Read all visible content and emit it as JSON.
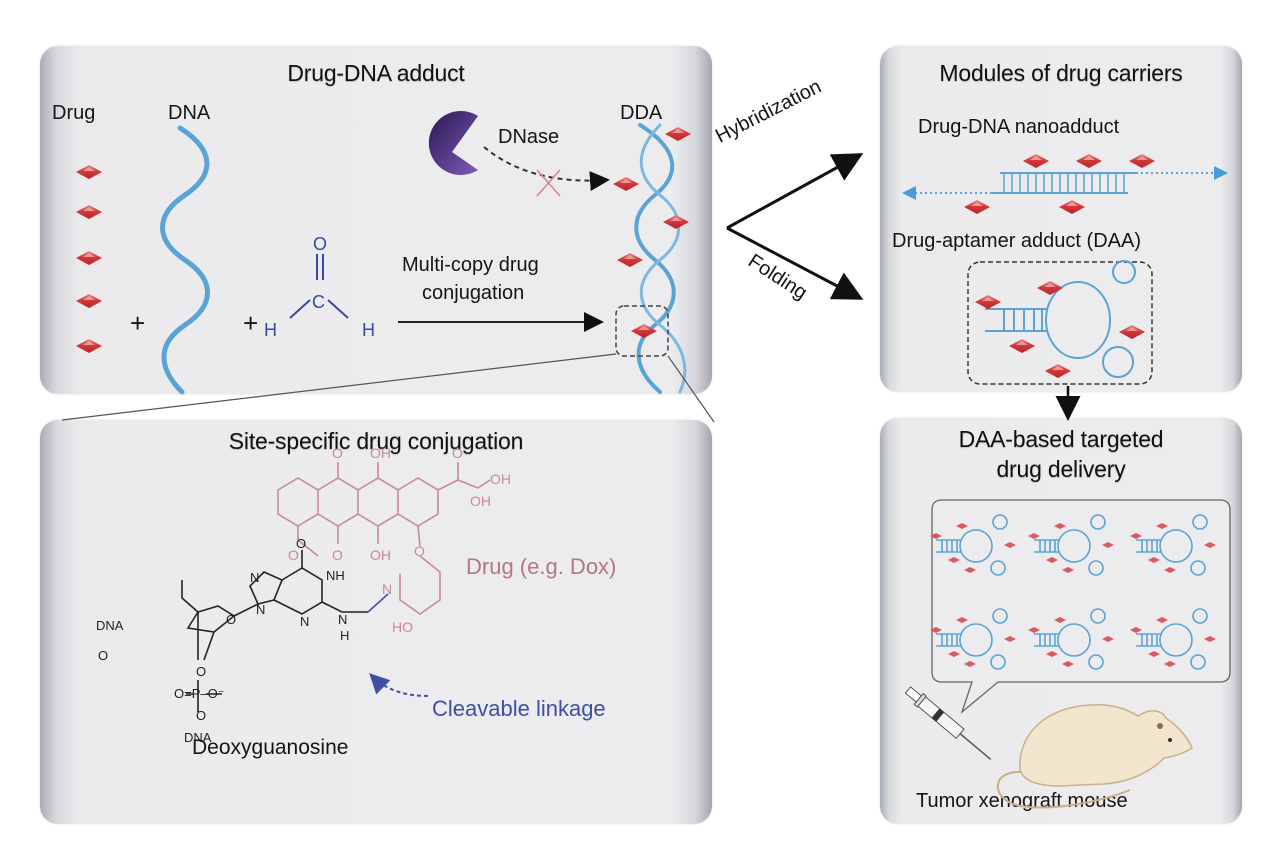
{
  "panels": {
    "adduct": {
      "title": "Drug-DNA adduct",
      "labels": {
        "drug": "Drug",
        "dna": "DNA",
        "dda": "DDA",
        "dnase": "DNase",
        "plus": "+",
        "process_line1": "Multi-copy drug",
        "process_line2": "conjugation"
      },
      "formaldehyde": {
        "o": "O",
        "c": "C",
        "h": "H"
      }
    },
    "carriers": {
      "title": "Modules of drug carriers",
      "nanoadduct_label": "Drug-DNA nanoadduct",
      "aptamer_label": "Drug-aptamer adduct (DAA)"
    },
    "conjugation": {
      "title": "Site-specific drug conjugation",
      "drug_label": "Drug (e.g. Dox)",
      "linkage_label": "Cleavable linkage",
      "nucleoside_label": "Deoxyguanosine",
      "atoms": {
        "o": "O",
        "oh": "OH",
        "n": "N",
        "nh": "NH",
        "h": "H",
        "ho": "HO",
        "dna": "DNA",
        "p": "P",
        "o_minus": "O⁻"
      }
    },
    "delivery": {
      "title_line1": "DAA-based targeted",
      "title_line2": "drug delivery",
      "mouse_label": "Tumor xenograft mouse"
    }
  },
  "arrows": {
    "hybridization": "Hybridization",
    "folding": "Folding"
  },
  "colors": {
    "drug": "#d2383a",
    "dna": "#5aa3d6",
    "dnase": "#4b2e83",
    "formaldehyde": "#3a4aa0",
    "dox": "#c98a90",
    "linkage": "#3d4fa6",
    "mouse": "#f3e6cf"
  }
}
